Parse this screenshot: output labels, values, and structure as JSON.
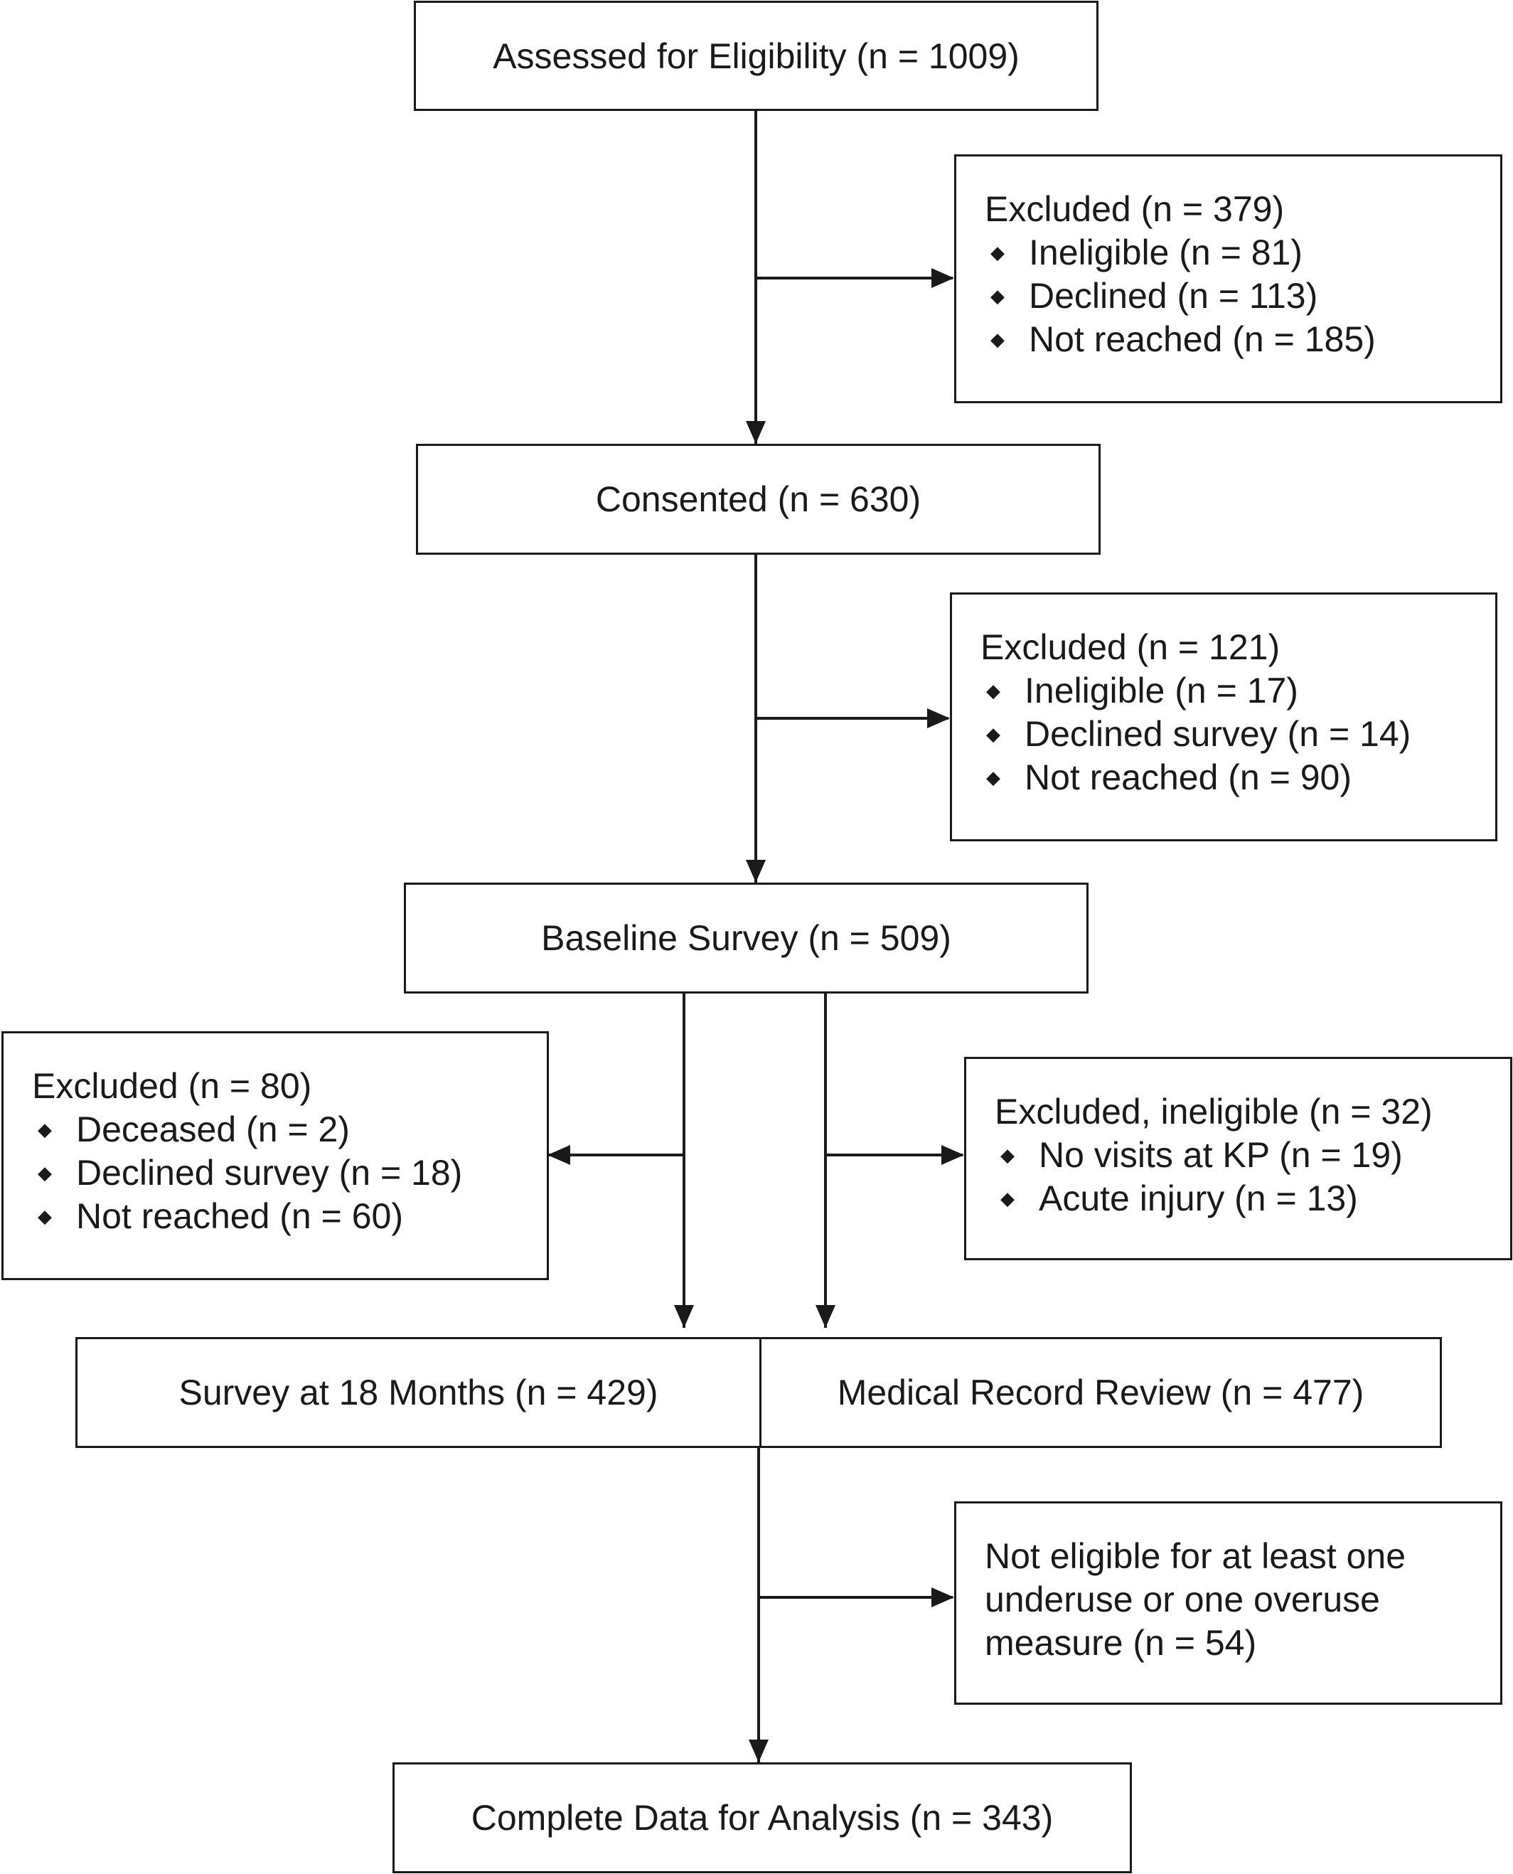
{
  "flowchart": {
    "assessed": "Assessed for Eligibility (n = 1009)",
    "excluded_1": {
      "title": "Excluded (n = 379)",
      "items": [
        "Ineligible (n = 81)",
        "Declined (n = 113)",
        "Not reached (n = 185)"
      ]
    },
    "consented": "Consented (n = 630)",
    "excluded_2": {
      "title": "Excluded (n = 121)",
      "items": [
        "Ineligible (n = 17)",
        "Declined survey (n = 14)",
        "Not reached (n = 90)"
      ]
    },
    "baseline": "Baseline Survey (n = 509)",
    "excluded_3": {
      "title": "Excluded (n = 80)",
      "items": [
        "Deceased (n = 2)",
        "Declined survey (n = 18)",
        "Not reached (n = 60)"
      ]
    },
    "excluded_4": {
      "title": "Excluded, ineligible (n = 32)",
      "items": [
        "No visits at KP (n = 19)",
        "Acute injury (n = 13)"
      ]
    },
    "survey_18": "Survey at 18 Months (n = 429)",
    "medical_review": "Medical Record Review (n = 477)",
    "not_eligible": "Not eligible for at least one underuse or one overuse measure (n = 54)",
    "complete": "Complete Data for Analysis (n = 343)",
    "bullet_glyph": "◆"
  }
}
